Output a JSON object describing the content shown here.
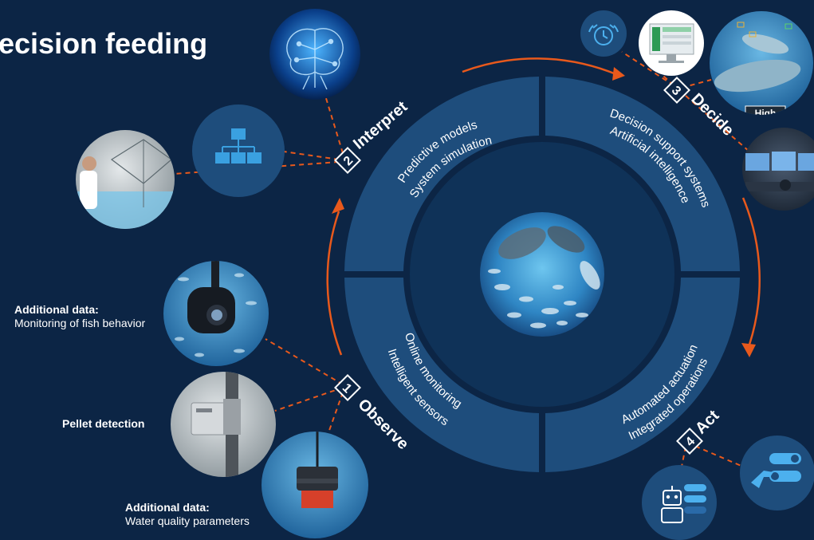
{
  "title": "ecision feeding",
  "colors": {
    "background": "#0c2545",
    "ring_outer": "#1e4d7c",
    "ring_inner": "#0f3258",
    "accent_orange": "#e8591c",
    "text": "#ffffff"
  },
  "steps": [
    {
      "number": "1",
      "label": "Observe"
    },
    {
      "number": "2",
      "label": "Interpret"
    },
    {
      "number": "3",
      "label": "Decide"
    },
    {
      "number": "4",
      "label": "Act"
    }
  ],
  "ring_sections": {
    "interpret": [
      "Predictive models",
      "System simulation"
    ],
    "decide": [
      "Decision support systems",
      "Artificial intelligence"
    ],
    "observe": [
      "Intelligent sensors",
      "Online monitoring"
    ],
    "act": [
      "Automated actuation",
      "Integrated operations"
    ]
  },
  "side_labels": {
    "fish_behavior": {
      "heading": "Additional data:",
      "text": "Monitoring of fish behavior"
    },
    "pellet": {
      "heading": "Pellet detection"
    },
    "water_quality": {
      "heading": "Additional data:",
      "text": "Water quality parameters"
    }
  },
  "image_badges": {
    "high": "High"
  },
  "icons": [
    "brain-icon",
    "hierarchy-icon",
    "alarm-clock-icon",
    "robot-icon",
    "touch-toggle-icon"
  ]
}
